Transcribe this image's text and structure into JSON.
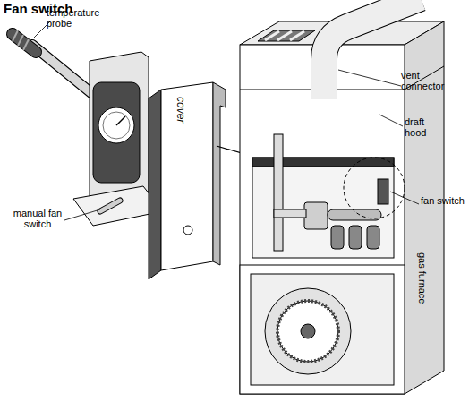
{
  "diagram": {
    "title": "Fan switch",
    "labels": [
      "temperature probe",
      "vent connector",
      "manual fan switch",
      "cover",
      "draft hood",
      "fan switch",
      "gas furnace"
    ]
  }
}
